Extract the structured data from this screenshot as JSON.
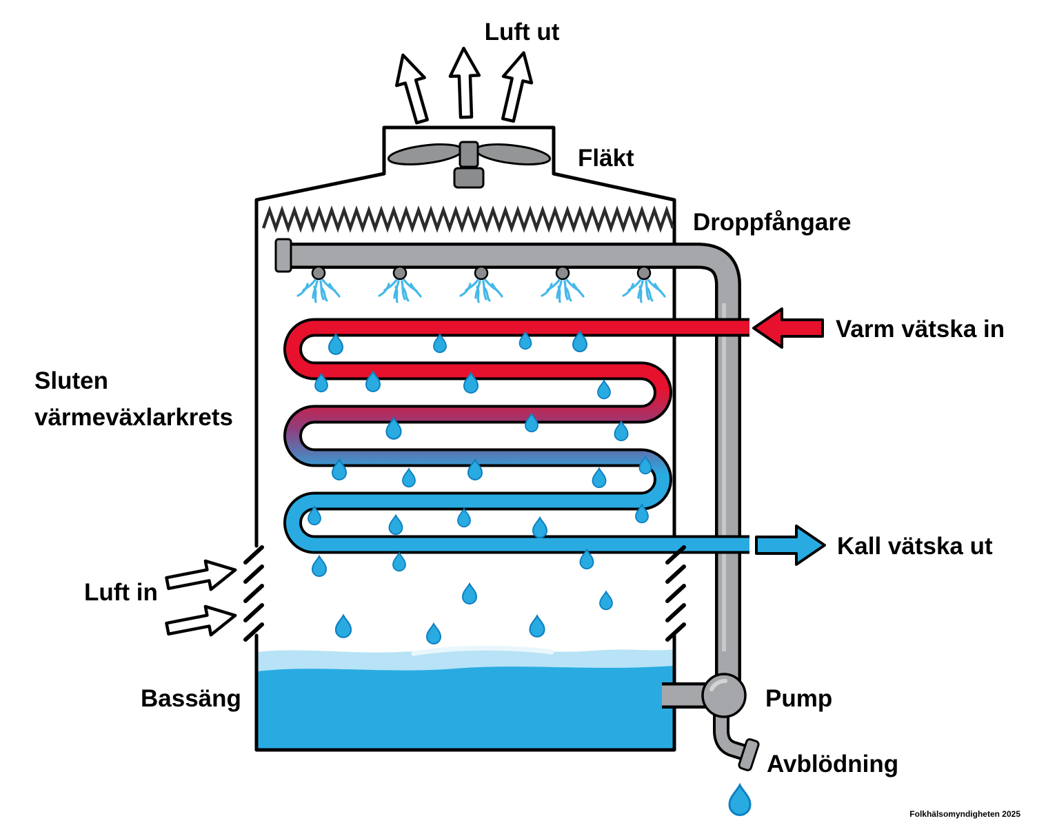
{
  "labels": {
    "air_out": "Luft ut",
    "fan": "Fläkt",
    "drift_eliminator": "Droppfångare",
    "warm_liquid_in": "Varm vätska in",
    "closed_circuit_line1": "Sluten",
    "closed_circuit_line2": "värmeväxlarkrets",
    "cold_liquid_out": "Kall vätska ut",
    "air_in": "Luft in",
    "basin": "Bassäng",
    "pump": "Pump",
    "bleed_off": "Avblödning"
  },
  "credit": "Folkhälsomyndigheten 2025",
  "colors": {
    "hot_red": "#e8112d",
    "cold_blue": "#29abe2",
    "water_light": "#b8e2f6",
    "pipe_gray": "#a5a7aa",
    "outline_black": "#000000"
  }
}
